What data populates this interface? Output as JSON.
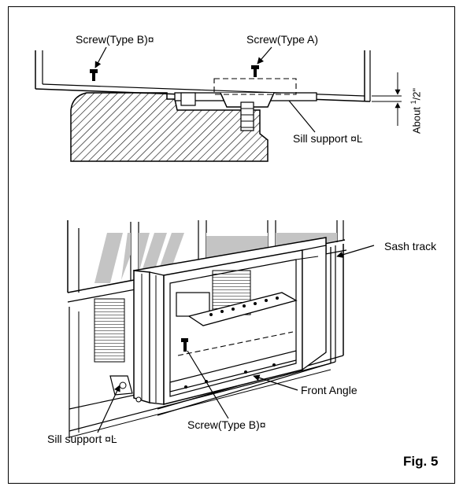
{
  "figure": {
    "title": "Fig. 5"
  },
  "top_view": {
    "screw_type_b_label": "Screw(Type B)¤",
    "screw_type_a_label": "Screw(Type A)",
    "about_label_prefix": "About ",
    "about_label_num": "1",
    "about_label_den": "/2\"",
    "sill_support_label": "Sill support ¤Ŀ"
  },
  "bottom_view": {
    "sash_track_label": "Sash track",
    "front_angle_label": "Front Angle",
    "screw_type_b_label": "Screw(Type B)¤",
    "sill_support_label": "Sill support ¤Ŀ"
  }
}
